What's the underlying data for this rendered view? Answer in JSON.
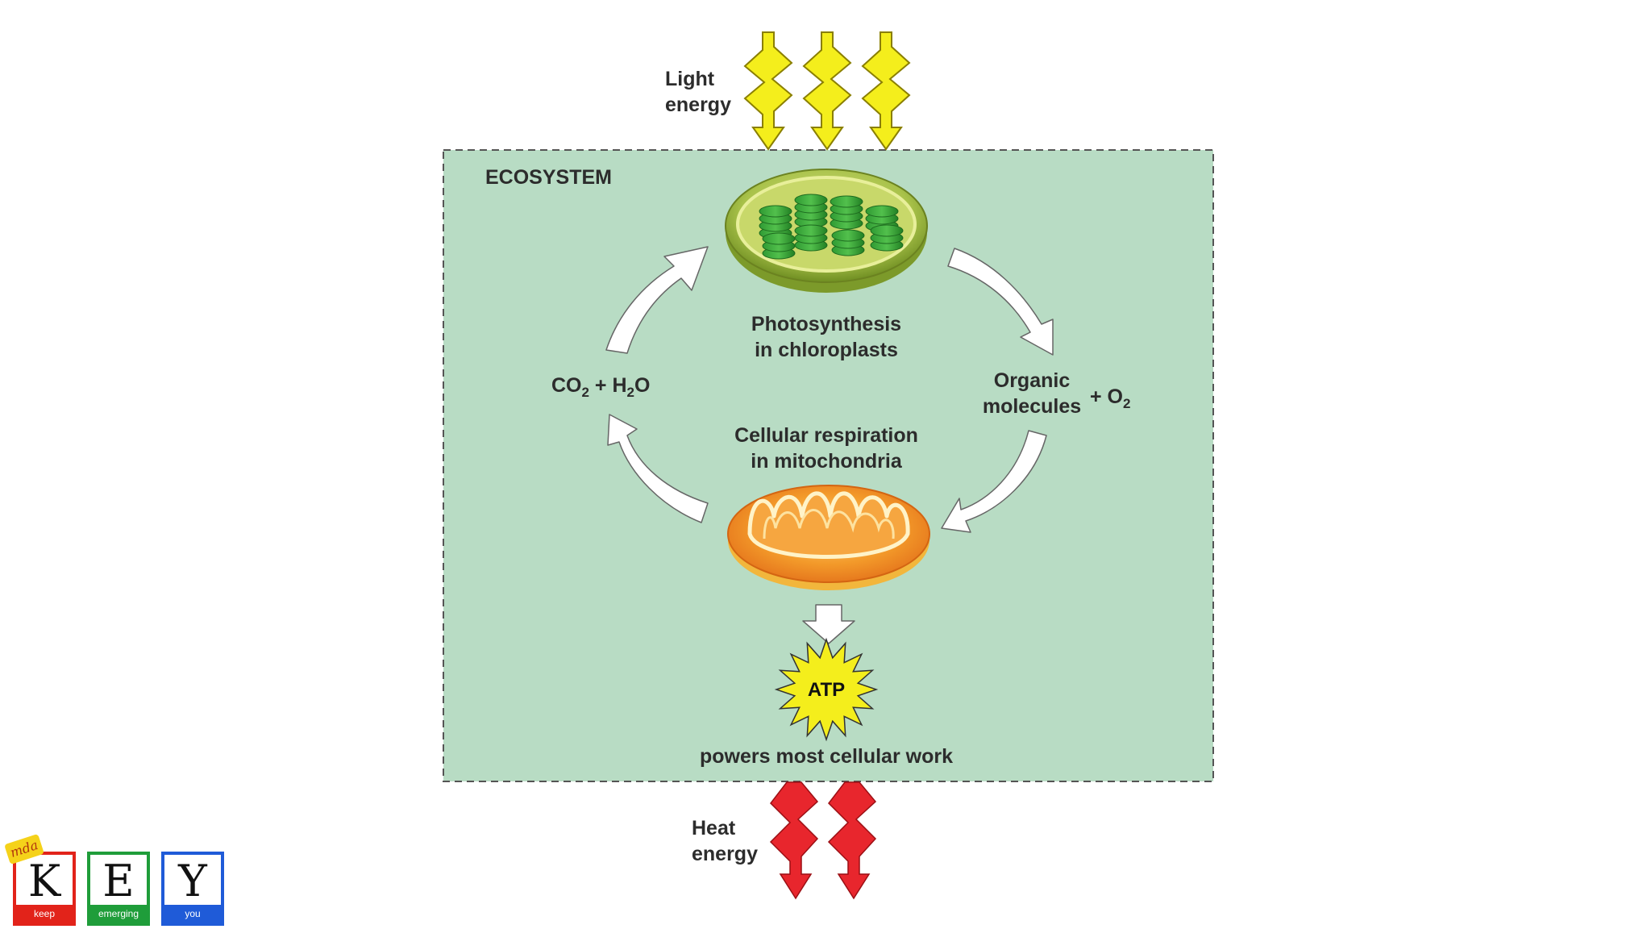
{
  "diagram": {
    "ecosystem_label": "ECOSYSTEM",
    "light_energy": [
      "Light",
      "energy"
    ],
    "heat_energy": [
      "Heat",
      "energy"
    ],
    "photosynthesis": [
      "Photosynthesis",
      "in chloroplasts"
    ],
    "respiration": [
      "Cellular respiration",
      "in mitochondria"
    ],
    "co2_h2o": {
      "co": "CO",
      "sub1": "2",
      "plus": " + H",
      "sub2": "2",
      "o": "O"
    },
    "organic": [
      "Organic",
      "molecules"
    ],
    "o2": {
      "plus": "+ O",
      "sub": "2"
    },
    "atp": "ATP",
    "powers": "powers most cellular work"
  },
  "logo": {
    "tag": "mda",
    "boxes": [
      {
        "letter": "K",
        "band": "keep"
      },
      {
        "letter": "E",
        "band": "emerging"
      },
      {
        "letter": "Y",
        "band": "you"
      }
    ]
  },
  "colors": {
    "ecosystem_fill": "#b8dcc4",
    "light_bolt": "#f4ee1c",
    "heat_bolt": "#e8262d",
    "logo_red": "#e2231a",
    "logo_green": "#1f9d3a",
    "logo_blue": "#1f5bd8"
  }
}
